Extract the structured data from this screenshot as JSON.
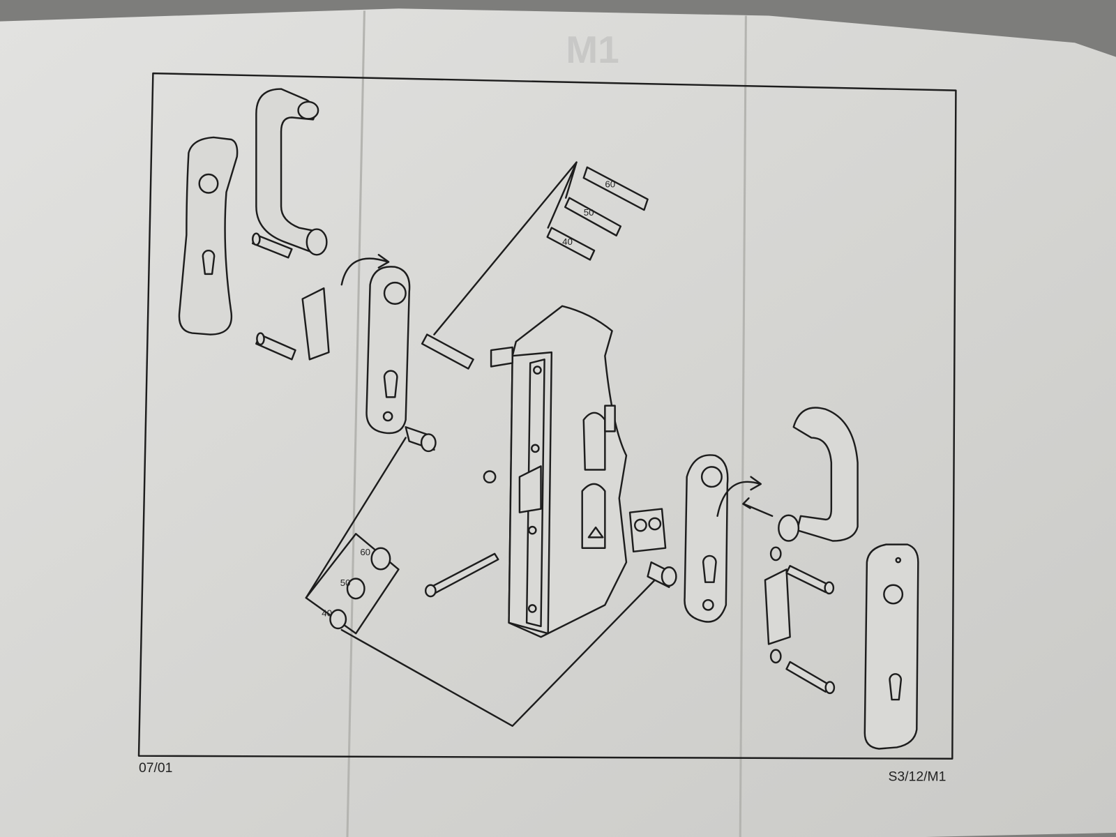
{
  "document": {
    "watermark": "M1",
    "footer_date": "07/01",
    "footer_code": "S3/12/M1"
  },
  "spindle_lengths": [
    "60",
    "50",
    "40"
  ],
  "spacer_lengths": [
    "60",
    "50",
    "40"
  ],
  "colors": {
    "paper": "#d8d8d5",
    "ink": "#1d1d1d",
    "background": "#7d7d7b"
  }
}
